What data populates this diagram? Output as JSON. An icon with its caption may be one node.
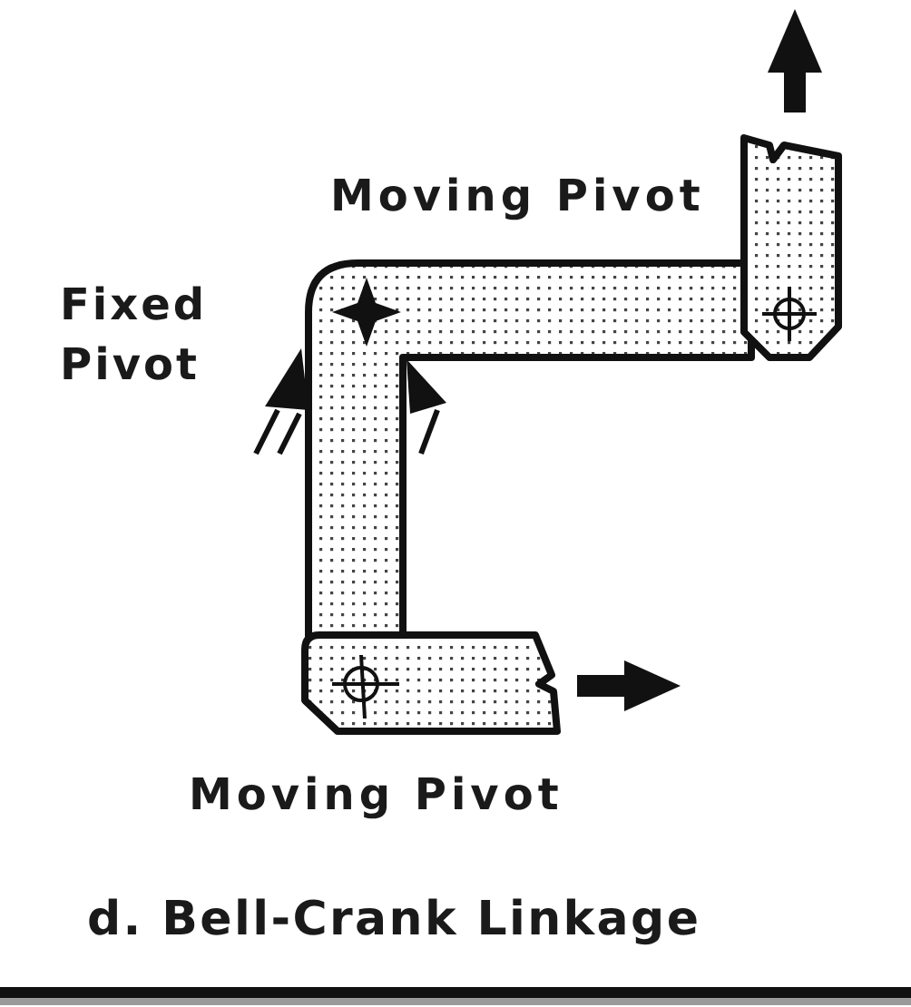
{
  "diagram": {
    "caption": "d. Bell-Crank Linkage",
    "labels": [
      "Moving Pivot",
      "Fixed Pivot",
      "Moving Pivot"
    ]
  }
}
